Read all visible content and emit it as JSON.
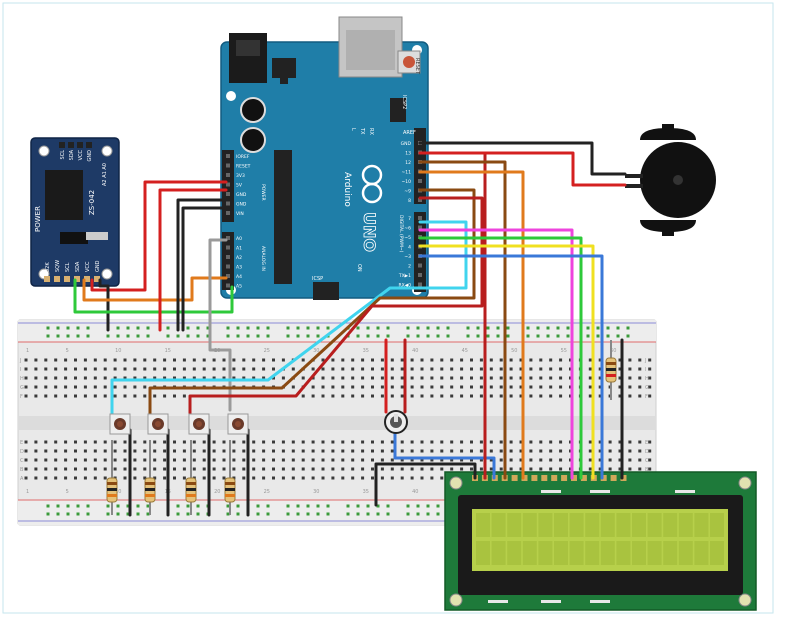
{
  "arduino": {
    "brand": "Arduino",
    "model": "UNO",
    "icsp2_label": "ICSP2",
    "icsp_label": "ICSP",
    "reset_label": "RESET",
    "on_label": "ON",
    "l_label": "L",
    "tx_label": "TX",
    "rx_label": "RX",
    "aref_label": "AREF",
    "power_pins": [
      "IOREF",
      "RESET",
      "3V3",
      "5V",
      "GND",
      "GND",
      "VIN"
    ],
    "analog_pins": [
      "A0",
      "A1",
      "A2",
      "A3",
      "A4",
      "A5"
    ],
    "digital_pins_top": [
      "GND",
      "13",
      "12",
      "~11",
      "~10",
      "~9",
      "8"
    ],
    "digital_pins_bottom": [
      "7",
      "~6",
      "~5",
      "4",
      "~3",
      "2",
      "TX▶1",
      "RX◀0"
    ],
    "power_header_title": "POWER",
    "analog_header_title": "ANALOG IN",
    "digital_header_title": "DIGITAL (PWM~)"
  },
  "rtc": {
    "model": "ZS-042",
    "power_label": "POWER",
    "top_pins": [
      "32K",
      "SQW",
      "SCL",
      "SDA",
      "VCC",
      "GND"
    ],
    "side_pins": [
      "SCL",
      "SDA",
      "VCC",
      "GND"
    ],
    "chip_label": "A2 A1 A0"
  },
  "breadboard": {
    "column_numbers": [
      "1",
      "5",
      "10",
      "15",
      "20",
      "25",
      "30",
      "35",
      "40",
      "45",
      "50",
      "55",
      "60"
    ],
    "row_letters_top": [
      "J",
      "I",
      "H",
      "G",
      "F"
    ],
    "row_letters_bottom": [
      "E",
      "D",
      "C",
      "B",
      "A"
    ]
  },
  "colors": {
    "arduino_board": "#1f7ea8",
    "rtc_board": "#1e3a66",
    "lcd_board": "#1e7a3a",
    "lcd_screen": "#b7d04b",
    "wire_red": "#d42020",
    "wire_black": "#222222",
    "wire_orange": "#e07a1c",
    "wire_green": "#2ec93a",
    "wire_cyan": "#40d4ee",
    "wire_brown": "#8a4a12",
    "wire_magenta": "#ee44dd",
    "wire_yellow": "#f0e020",
    "wire_blue": "#3a78d8",
    "wire_gray": "#9a9a9a"
  },
  "components": {
    "buzzer_icon": "buzzer-icon",
    "buttons_count_label": "4",
    "potentiometer_icon": "potentiometer-icon"
  }
}
